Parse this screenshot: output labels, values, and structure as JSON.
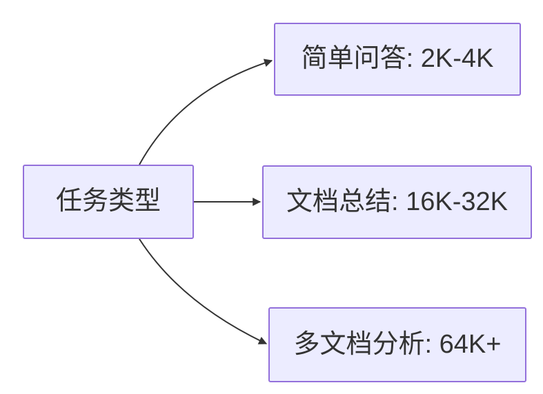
{
  "diagram": {
    "root": {
      "label": "任务类型"
    },
    "branches": [
      {
        "label": "简单问答: 2K-4K"
      },
      {
        "label": "文档总结: 16K-32K"
      },
      {
        "label": "多文档分析: 64K+"
      }
    ],
    "colors": {
      "node_fill": "#ECECFF",
      "node_border": "#9370DB",
      "arrow": "#333333",
      "text": "#333333",
      "background": "#FFFFFF"
    }
  }
}
